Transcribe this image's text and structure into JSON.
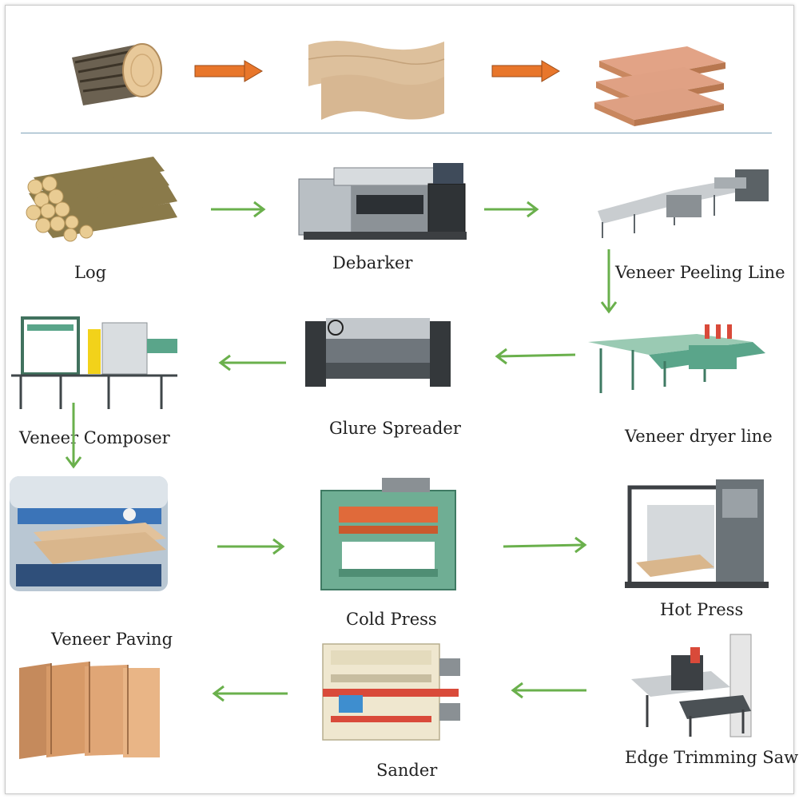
{
  "labels": {
    "log": "Log",
    "debarker": "Debarker",
    "peeling": "Veneer Peeling Line",
    "composer": "Veneer Composer",
    "spreader": "Glure Spreader",
    "dryer": "Veneer dryer line",
    "paving": "Veneer Paving",
    "cold": "Cold Press",
    "hot": "Hot Press",
    "sander": "Sander",
    "trimming": "Edge Trimming Saw"
  },
  "colors": {
    "top_arrow": "#e8762b",
    "flow_arrow": "#6ab04c",
    "divider": "#7fa2b8",
    "machine_green": "#5aa58a",
    "machine_cream": "#efe7cf",
    "wood": "#e6c39a"
  }
}
